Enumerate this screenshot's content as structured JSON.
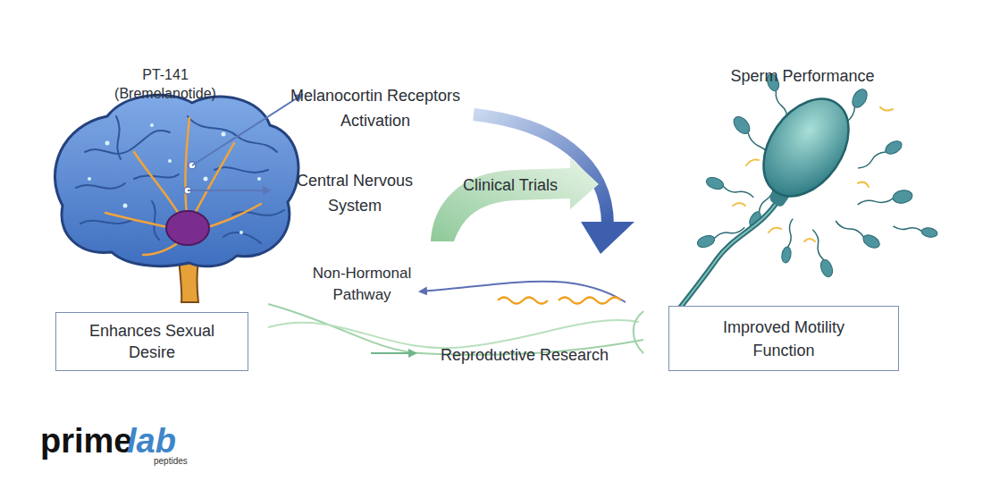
{
  "diagram": {
    "nodes": [
      {
        "text": [
          "Clinical Trials"
        ]
      },
      {
        "text": [
          "Enhances Sexual Desire"
        ]
      },
      {
        "text": [
          "Improved Motility Function"
        ]
      }
    ],
    "labels": [
      "PT-141 (Bremelanotide)",
      "Melanocortin Receptors Activation",
      "Central Nervous System",
      "Sperm Performance",
      "Non-Hormonal Pathway",
      "Reproductive Research",
      "prime",
      "lab",
      "peptides"
    ]
  }
}
